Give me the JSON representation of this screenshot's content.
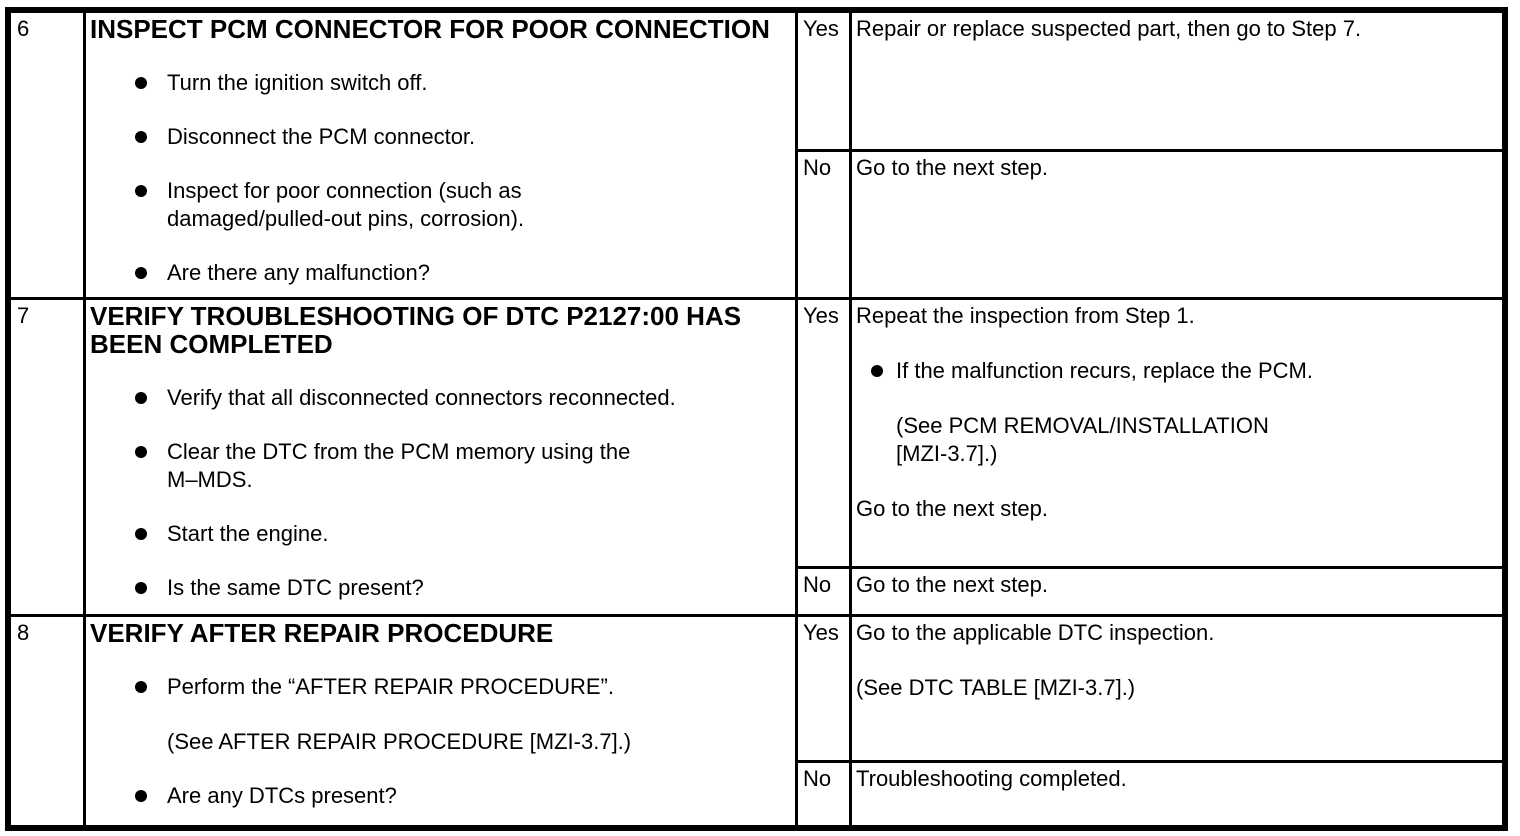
{
  "colors": {
    "border": "#000000",
    "background": "#ffffff",
    "text": "#000000"
  },
  "table": {
    "kind": "dtc-troubleshooting-diagnostic-procedure",
    "rows": [
      {
        "step": "6",
        "inspection": {
          "title_lines": [
            "INSPECT PCM CONNECTOR FOR POOR CONNECTION"
          ],
          "bullets": [
            {
              "lines": [
                "Turn the ignition switch off."
              ]
            },
            {
              "lines": [
                "Disconnect the PCM connector."
              ]
            },
            {
              "lines": [
                "Inspect for poor connection (such as",
                "damaged/pulled-out pins, corrosion)."
              ]
            },
            {
              "lines": [
                "Are there any malfunction?"
              ]
            }
          ]
        },
        "yes": {
          "label": "Yes",
          "lines": [
            "Repair or replace suspected part, then go to Step 7."
          ]
        },
        "no": {
          "label": "No",
          "lines": [
            "Go to the next step."
          ]
        }
      },
      {
        "step": "7",
        "inspection": {
          "title_lines": [
            "VERIFY TROUBLESHOOTING OF DTC P2127:00 HAS",
            "BEEN COMPLETED"
          ],
          "bullets": [
            {
              "lines": [
                "Verify that all disconnected connectors reconnected."
              ]
            },
            {
              "lines": [
                "Clear the DTC from the PCM memory using the",
                "M–MDS."
              ]
            },
            {
              "lines": [
                "Start the engine."
              ]
            },
            {
              "lines": [
                "Is the same DTC present?"
              ]
            }
          ]
        },
        "yes": {
          "label": "Yes",
          "para1": "Repeat the inspection from Step 1.",
          "bullet_lines": [
            "If the malfunction recurs, replace the PCM."
          ],
          "paren_lines": [
            "(See PCM REMOVAL/INSTALLATION",
            "[MZI-3.7].)"
          ],
          "para2": "Go to the next step."
        },
        "no": {
          "label": "No",
          "lines": [
            "Go to the next step."
          ]
        }
      },
      {
        "step": "8",
        "inspection": {
          "title_lines": [
            "VERIFY AFTER REPAIR PROCEDURE"
          ],
          "bullets": [
            {
              "lines": [
                "Perform the “AFTER REPAIR PROCEDURE”."
              ],
              "paren_lines": [
                "(See AFTER REPAIR PROCEDURE [MZI-3.7].)"
              ]
            },
            {
              "lines": [
                "Are any DTCs present?"
              ]
            }
          ]
        },
        "yes": {
          "label": "Yes",
          "lines": [
            "Go to the applicable DTC inspection."
          ],
          "paren_lines": [
            "(See DTC TABLE [MZI-3.7].)"
          ]
        },
        "no": {
          "label": "No",
          "lines": [
            "Troubleshooting completed."
          ]
        }
      }
    ]
  }
}
